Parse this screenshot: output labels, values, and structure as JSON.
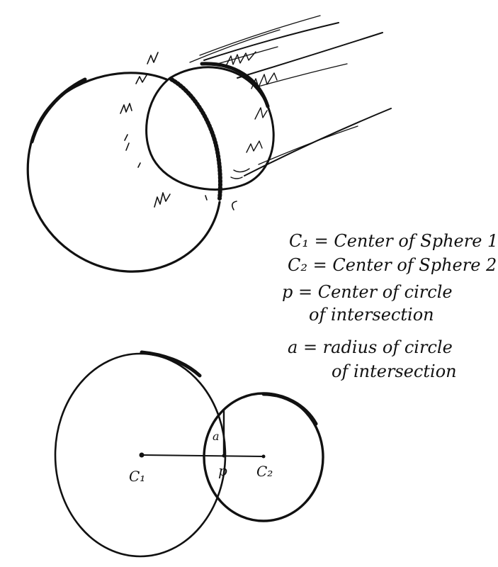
{
  "legend": {
    "line1": "C₁ = Center of Sphere 1",
    "line2": "C₂ = Center of Sphere 2",
    "line3": "p = Center of circle",
    "line4": "of intersection",
    "line5": "a = radius of circle",
    "line6": "of intersection"
  },
  "labels": {
    "c1": "C₁",
    "c2": "C₂",
    "p": "p",
    "a": "a"
  }
}
